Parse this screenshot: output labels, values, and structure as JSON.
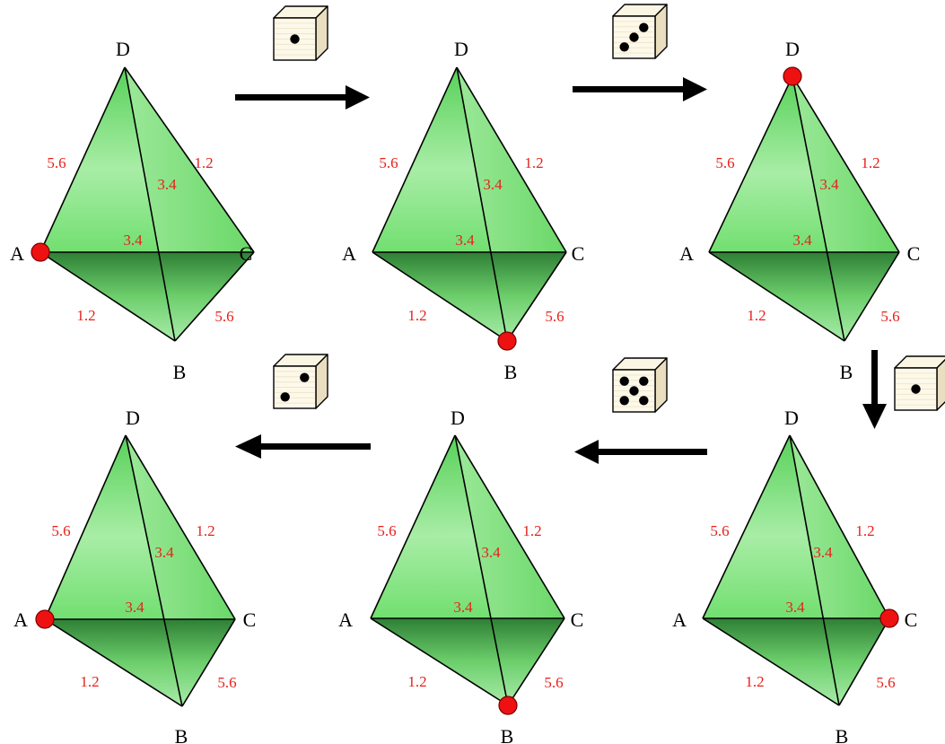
{
  "vertex_labels": {
    "A": "A",
    "B": "B",
    "C": "C",
    "D": "D"
  },
  "edge_weights": {
    "AD": "5.6",
    "CD": "1.2",
    "BD": "3.4",
    "AC": "3.4",
    "AB": "1.2",
    "BC": "5.6"
  },
  "steps": [
    {
      "marker_vertex": "A"
    },
    {
      "marker_vertex": "B"
    },
    {
      "marker_vertex": "D"
    },
    {
      "marker_vertex": "C"
    },
    {
      "marker_vertex": "B"
    },
    {
      "marker_vertex": "A"
    }
  ],
  "dice_rolls": [
    1,
    3,
    1,
    5,
    2
  ],
  "colors": {
    "marker": "#ee1111",
    "weight_text": "#e8201a",
    "face_light": "#c8f4c4",
    "face_mid": "#8de28a",
    "face_dark": "#2f8f38",
    "arrow": "#000000"
  }
}
